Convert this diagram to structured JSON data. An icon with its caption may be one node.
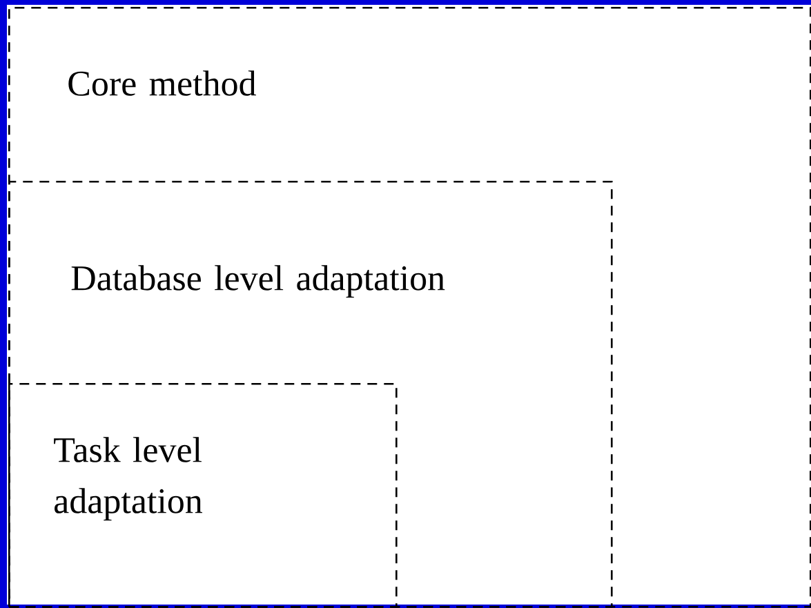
{
  "diagram": {
    "nodes": [
      {
        "text": [
          "Core method"
        ]
      },
      {
        "text": [
          "Database level adaptation"
        ],
        "in": 0
      },
      {
        "text": [
          "Task level adaptation"
        ],
        "in": 1
      }
    ]
  }
}
